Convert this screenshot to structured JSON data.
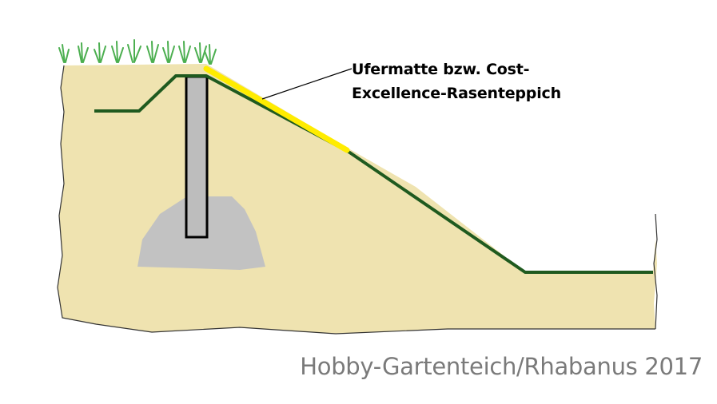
{
  "annotation": {
    "line1": "Ufermatte bzw. Cost-",
    "line2": "Excellence-Rasenteppich"
  },
  "credit": "Hobby-Gartenteich/Rhabanus 2017",
  "colors": {
    "soil": "#efe3b0",
    "soil_edge": "#333333",
    "liner": "#1f5a1f",
    "mat": "#ffec00",
    "grass": "#4caf50",
    "concrete": "#c2c2c2",
    "post": "#bdbdbd",
    "leader": "#000000",
    "credit_text": "#7a7a7a"
  },
  "icons": {
    "grass": "grass-tuft-icon"
  }
}
